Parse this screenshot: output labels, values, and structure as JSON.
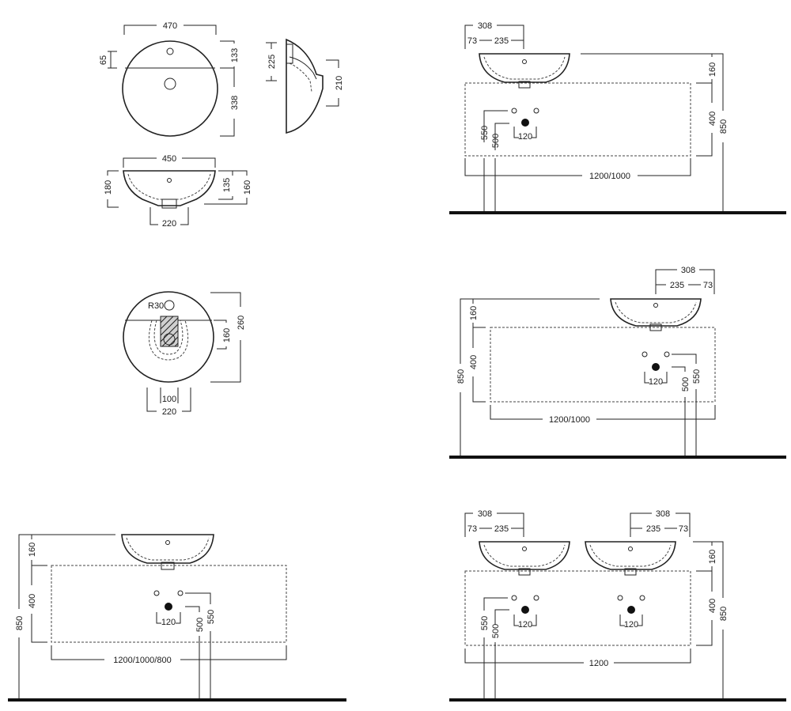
{
  "views": {
    "top_view": {
      "overall_width": "470",
      "tap_hole_offset": "65",
      "rim_to_tap": "133",
      "depth_front": "338"
    },
    "side_view": {
      "height": "225",
      "bracket": "210"
    },
    "front_view": {
      "width": "450",
      "height": "180",
      "bowl_depth": "135",
      "overall": "160",
      "waste_width": "220"
    },
    "cutout_view": {
      "radius": "R30",
      "depth": "160",
      "overall": "260",
      "inner": "100",
      "outer": "220"
    },
    "install_a": {
      "dim_total": "308",
      "dim_offset": "73",
      "dim_inner": "235",
      "height_basin": "160",
      "height_cabinet": "400",
      "height_total": "850",
      "pipe_a": "550",
      "pipe_b": "500",
      "spacing": "120",
      "cabinet_width": "1200/1000"
    },
    "install_b": {
      "dim_total": "308",
      "dim_inner": "235",
      "dim_offset": "73",
      "height_basin": "160",
      "height_cabinet": "400",
      "height_total": "850",
      "pipe_a": "500",
      "pipe_b": "550",
      "spacing": "120",
      "cabinet_width": "1200/1000"
    },
    "install_c": {
      "height_basin": "160",
      "height_cabinet": "400",
      "height_total": "850",
      "pipe_a": "500",
      "pipe_b": "550",
      "spacing": "120",
      "cabinet_width": "1200/1000/800"
    },
    "install_d": {
      "left_total": "308",
      "left_offset": "73",
      "left_inner": "235",
      "right_total": "308",
      "right_inner": "235",
      "right_offset": "73",
      "height_basin": "160",
      "height_cabinet": "400",
      "height_total": "850",
      "pipe_a": "550",
      "pipe_b": "500",
      "spacing_left": "120",
      "spacing_right": "120",
      "cabinet_width": "1200"
    }
  }
}
